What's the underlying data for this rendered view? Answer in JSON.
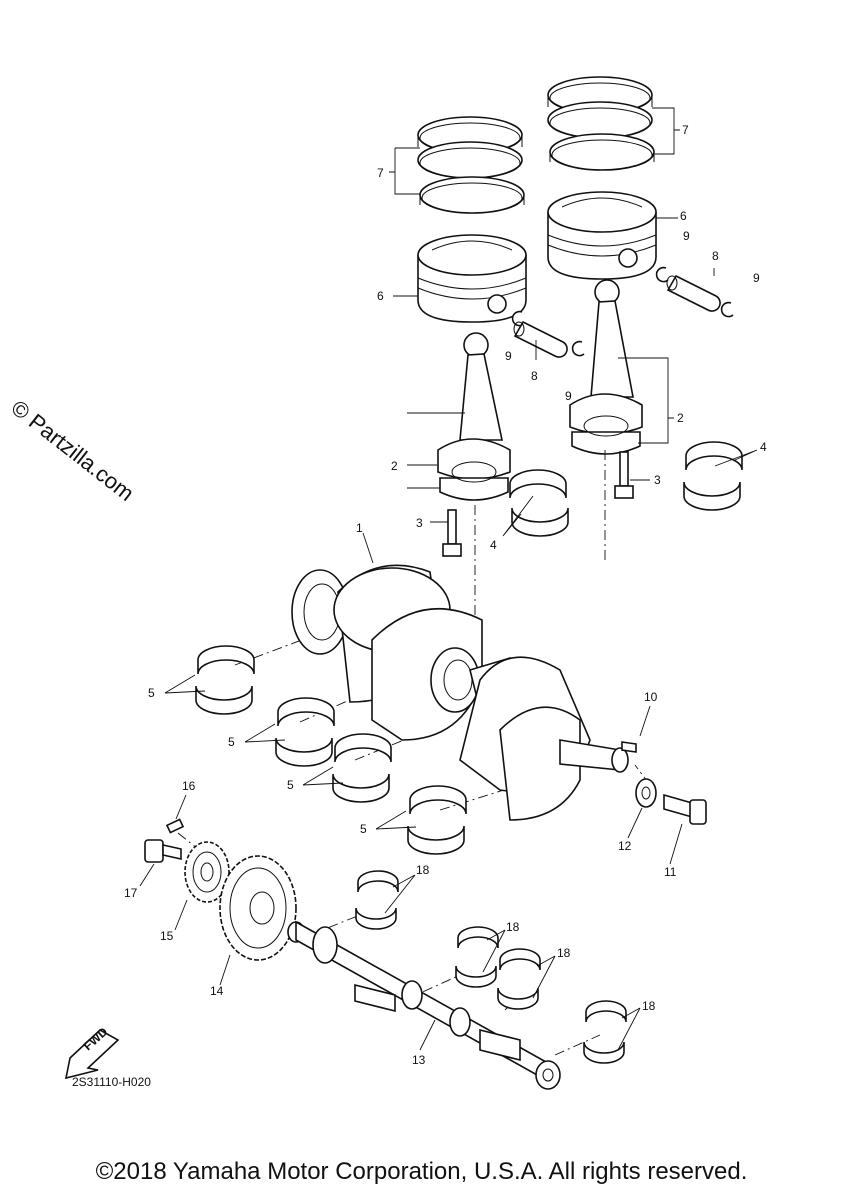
{
  "watermark": "© Partzilla.com",
  "diagram_code": "2S31110-H020",
  "copyright": "©2018 Yamaha Motor Corporation, U.S.A. All rights reserved.",
  "fwd_label": "FWD",
  "callouts": {
    "c1": "1",
    "c2a": "2",
    "c2b": "2",
    "c3a": "3",
    "c3b": "3",
    "c4a": "4",
    "c4b": "4",
    "c5a": "5",
    "c5b": "5",
    "c5c": "5",
    "c5d": "5",
    "c6a": "6",
    "c6b": "6",
    "c7a": "7",
    "c7b": "7",
    "c8a": "8",
    "c8b": "8",
    "c9a": "9",
    "c9b": "9",
    "c9c": "9",
    "c9d": "9",
    "c10": "10",
    "c11": "11",
    "c12": "12",
    "c13": "13",
    "c14": "14",
    "c15": "15",
    "c16": "16",
    "c17": "17",
    "c18a": "18",
    "c18b": "18",
    "c18c": "18",
    "c18d": "18"
  }
}
